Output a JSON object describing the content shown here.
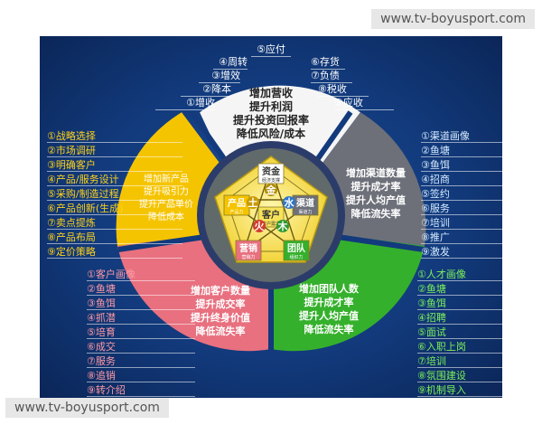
{
  "watermark": "www.tv-boyusport.com",
  "top_items": [
    "⑤应付",
    "④周转",
    "⑥存货",
    "③增效",
    "⑦负债",
    "②降本",
    "⑧税收",
    "①增收",
    "⑨应收"
  ],
  "segments": {
    "top": [
      "增加营收",
      "提升利润",
      "提升投资回报率",
      "降低风险/成本"
    ],
    "left": [
      "增加新产品",
      "提升吸引力",
      "提升产品单价",
      "降低成本"
    ],
    "right": [
      "增加渠道数量",
      "提升成才率",
      "提升人均产值",
      "降低流失率"
    ],
    "bottom_left": [
      "增加客户数量",
      "提升成交率",
      "提升终身价值",
      "降低流失率"
    ],
    "bottom_right": [
      "增加团队人数",
      "提升成才率",
      "提升人均产值",
      "降低流失率"
    ]
  },
  "center": {
    "top": {
      "title": "资金",
      "sub": "经济支撑"
    },
    "left": {
      "title": "产品",
      "sub": "产品力"
    },
    "right": {
      "title": "渠道",
      "sub": "渠道力"
    },
    "bottom_left": {
      "title": "营销",
      "sub": "营销力"
    },
    "bottom_right": {
      "title": "团队",
      "sub": "组织力"
    },
    "middle": {
      "title": "客户",
      "sub": "客户需求"
    },
    "elements": [
      "金",
      "土",
      "水",
      "火",
      "木"
    ]
  },
  "left_upper_list": [
    "①战略选择",
    "②市场调研",
    "③明确客户",
    "④产品/服务设计",
    "⑤采购/制造过程",
    "⑥产品创新(生成)",
    "⑦卖点提炼",
    "⑧产品布局",
    "⑨定价策略"
  ],
  "right_upper_list": [
    "①渠道画像",
    "②鱼塘",
    "③鱼饵",
    "④招商",
    "⑤签约",
    "⑥服务",
    "⑦培训",
    "⑧推广",
    "⑨激发"
  ],
  "left_lower_list": [
    "①客户画像",
    "②鱼塘",
    "③鱼饵",
    "④抓潜",
    "⑤培育",
    "⑥成交",
    "⑦服务",
    "⑧追销",
    "⑨转介绍"
  ],
  "right_lower_list": [
    "①人才画像",
    "②鱼塘",
    "③鱼饵",
    "④招聘",
    "⑤面试",
    "⑥入职上岗",
    "⑦培训",
    "⑧氛围建设",
    "⑨机制导入"
  ],
  "colors": {
    "background": "#123a7c",
    "top_segment": "#f5f5f5",
    "left_segment": "#f5c400",
    "right_segment": "#6d7079",
    "bottom_left_segment": "#e8707f",
    "bottom_right_segment": "#35b02c",
    "pentagon_fill": "#f7e35a"
  }
}
